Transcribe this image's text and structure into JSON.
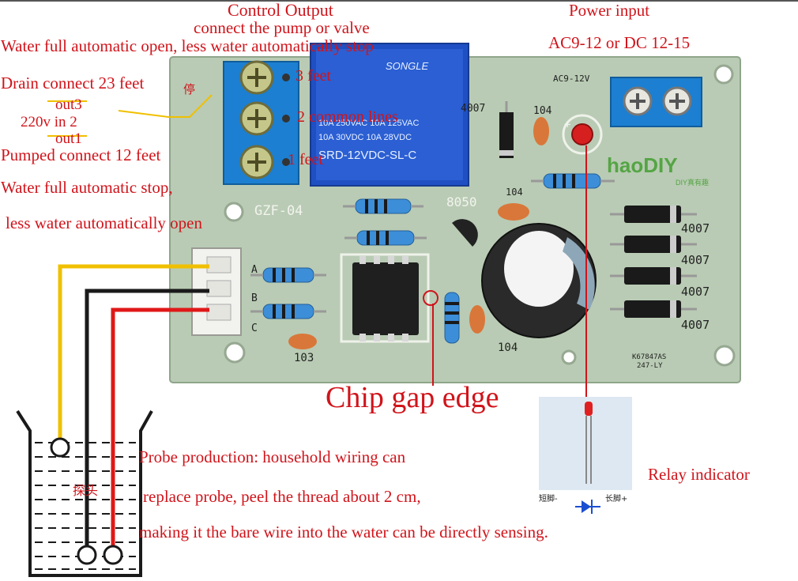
{
  "annotations": {
    "control_output_title": "Control Output",
    "control_output_sub": "connect the pump or valve",
    "power_input_title": "Power input",
    "power_input_spec": "AC9-12  or DC 12-15",
    "water_full_open": "Water full automatic open, less water automatically stop",
    "drain_connect": "Drain connect 23 feet",
    "out3": "out3",
    "in2": "220v in 2",
    "out1": "out1",
    "pumped_connect": "Pumped connect 12 feet",
    "water_full_stop": "Water full automatic stop,",
    "less_water_open": "less water automatically open",
    "feet3": "3 feet",
    "common_lines": "2 common lines",
    "feet1": "1 feet",
    "chip_gap_edge": "Chip gap edge",
    "probe_line1": "Probe production: household wiring can",
    "probe_line2": "replace probe, peel the thread about 2 cm,",
    "probe_line3": "making it the bare wire into the water can be directly sensing.",
    "relay_indicator": "Relay indicator",
    "probe_cn": "探头",
    "stop_cn": "停",
    "led_short": "短脚-",
    "led_long": "长脚+"
  },
  "board": {
    "model": "GZF-04",
    "relay_brand": "SONGLE",
    "relay_spec1": "10A 250VAC  10A 125VAC",
    "relay_spec2": "10A 30VDC   10A 28VDC",
    "relay_model": "SRD-12VDC-SL-C",
    "power_label": "AC9-12V",
    "transistor": "8050",
    "diode_label": "4007",
    "cap_104": "104",
    "cap_103": "103",
    "brand": "haoDIY",
    "brand_sub": "DIY真有趣",
    "pcb_code1": "K67847AS",
    "pcb_code2": "247-LY",
    "probe_a": "A",
    "probe_b": "B",
    "probe_c": "C",
    "plus": "+"
  },
  "colors": {
    "annotation_red": "#d0141b",
    "pcb_green": "#b9cbb4",
    "terminal_blue": "#1c7fd1",
    "relay_blue": "#1f4fc2",
    "wire_yellow": "#f0c000",
    "wire_red": "#e01818"
  }
}
